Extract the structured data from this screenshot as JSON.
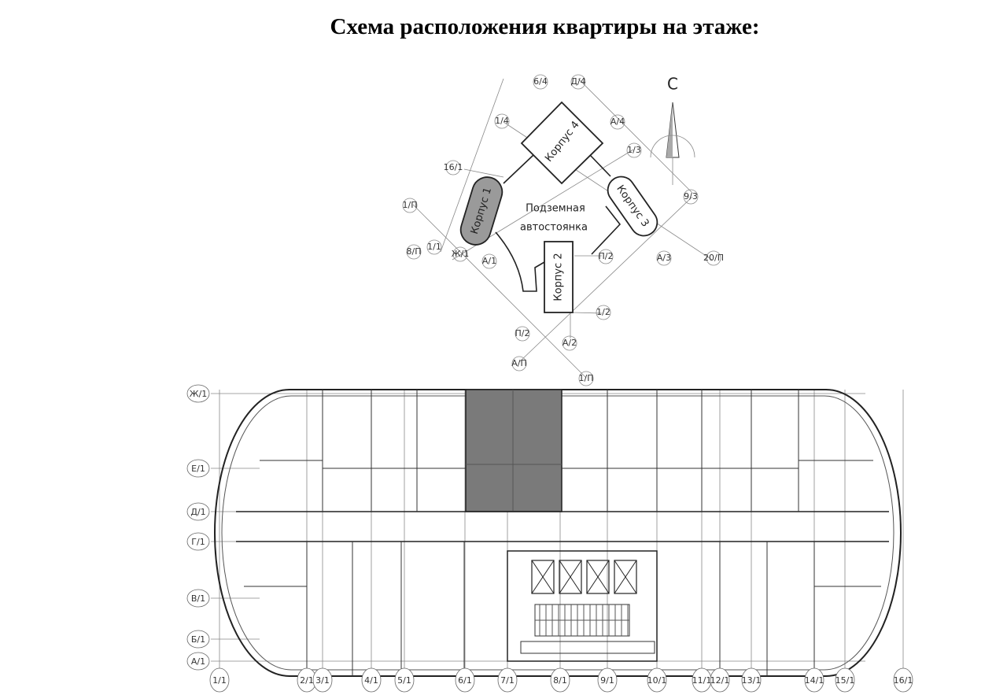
{
  "title": "Схема расположения квартиры на этаже:",
  "site_plan": {
    "north_label": "С",
    "parking_label_line1": "Подземная",
    "parking_label_line2": "автостоянка",
    "buildings": [
      "Корпус 1",
      "Корпус 2",
      "Корпус 3",
      "Корпус 4"
    ],
    "highlighted_building": "Корпус 1",
    "axis_markers": [
      "6/4",
      "Д/4",
      "1/4",
      "А/4",
      "16/1",
      "1/3",
      "1/П",
      "9/3",
      "8/П",
      "1/1",
      "Ж/1",
      "А/1",
      "П/2",
      "А/3",
      "20/П",
      "1/2",
      "П/2",
      "А/2",
      "А/П",
      "1/П"
    ]
  },
  "floor_plan": {
    "row_axes": [
      "Ж/1",
      "Е/1",
      "Д/1",
      "Г/1",
      "В/1",
      "Б/1",
      "А/1"
    ],
    "column_axes": [
      "1/1",
      "2/1",
      "3/1",
      "4/1",
      "5/1",
      "6/1",
      "7/1",
      "8/1",
      "9/1",
      "10/1",
      "11/1",
      "12/1",
      "13/1",
      "14/1",
      "15/1",
      "16/1"
    ],
    "highlight_color": "#7a7a7a"
  }
}
